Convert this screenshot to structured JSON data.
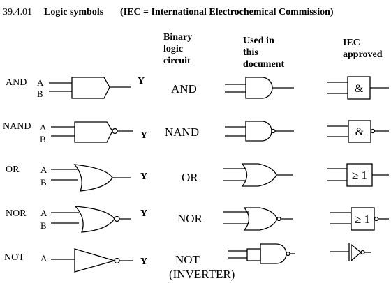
{
  "title": {
    "number": "39.4.01",
    "main": "Logic symbols",
    "note": "(IEC = International Electrochemical Commission)"
  },
  "headers": {
    "binary": "Binary\nlogic\ncircuit",
    "used": "Used in\nthis\ndocument",
    "iec": "IEC\napproved"
  },
  "rows": [
    {
      "row_label": "AND",
      "input_a": "A",
      "input_b": "B",
      "output": "Y",
      "name": "AND",
      "iec_symbol": "&"
    },
    {
      "row_label": "NAND",
      "input_a": "A",
      "input_b": "B",
      "output": "Y",
      "name": "NAND",
      "iec_symbol": "&"
    },
    {
      "row_label": "OR",
      "input_a": "A",
      "input_b": "B",
      "output": "Y",
      "name": "OR",
      "iec_symbol": "≥ 1"
    },
    {
      "row_label": "NOR",
      "input_a": "A",
      "input_b": "B",
      "output": "Y",
      "name": "NOR",
      "iec_symbol": "≥ 1"
    },
    {
      "row_label": "NOT",
      "input_a": "A",
      "output": "Y",
      "name": "NOT",
      "name_sub": "(INVERTER)"
    }
  ]
}
